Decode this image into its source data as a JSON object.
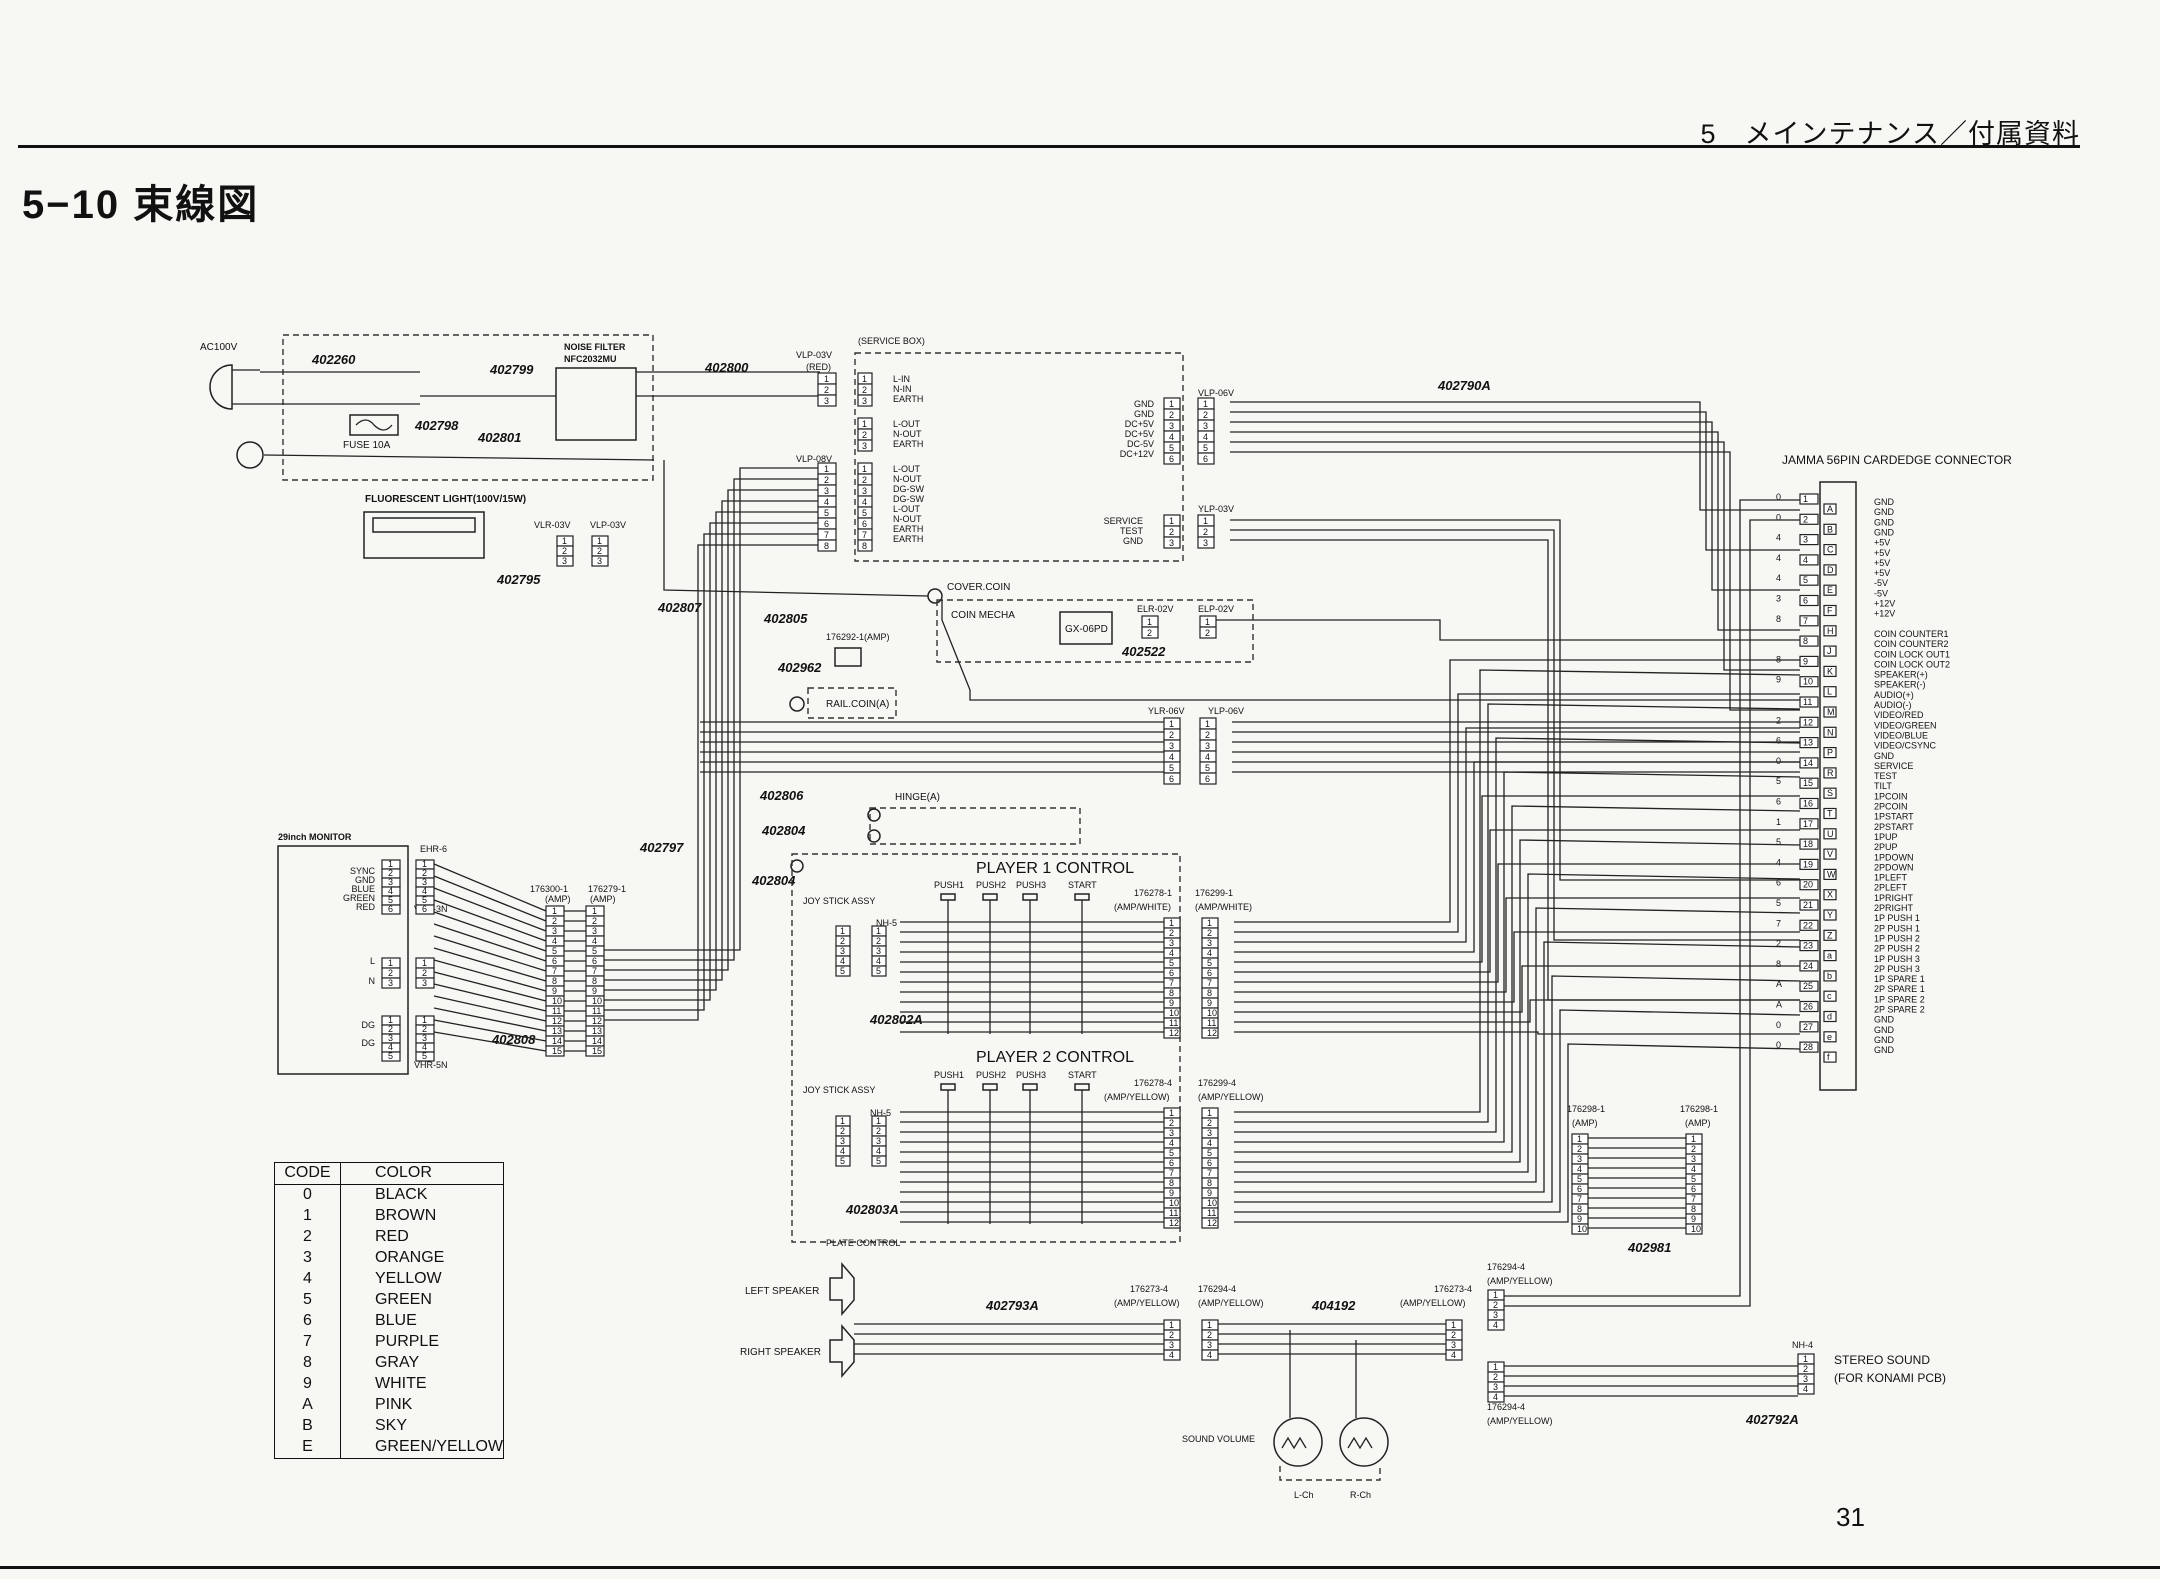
{
  "header": {
    "section": "5　メインテナンス／付属資料",
    "title": "5−10 束線図",
    "page_number": "31"
  },
  "power": {
    "ac": "AC100V",
    "fuse": "FUSE 10A",
    "filter_title": "NOISE FILTER",
    "filter_model": "NFC2032MU",
    "fluorescent": "FLUORESCENT LIGHT(100V/15W)"
  },
  "service_box": {
    "title": "(SERVICE BOX)",
    "group1": [
      "L-IN",
      "N-IN",
      "EARTH"
    ],
    "group2": [
      "L-OUT",
      "N-OUT",
      "EARTH"
    ],
    "group3": [
      "L-OUT",
      "N-OUT",
      "DG-SW",
      "DG-SW",
      "L-OUT",
      "N-OUT",
      "EARTH",
      "EARTH"
    ],
    "dc_labels": [
      "GND",
      "GND",
      "DC+5V",
      "DC+5V",
      "DC-5V",
      "DC+12V"
    ],
    "sw_labels": [
      "SERVICE",
      "TEST",
      "GND"
    ]
  },
  "coin": {
    "cover": "COVER.COIN",
    "mecha": "COIN MECHA",
    "gx": "GX-06PD",
    "rail": "RAIL.COIN(A)",
    "hinge": "HINGE(A)",
    "amp": "176292-1(AMP)"
  },
  "connectors": {
    "vlp03v": "VLP-03V",
    "red": "(RED)",
    "vlp08v": "VLP-08V",
    "vlp06v": "VLP-06V",
    "ylp03v": "YLP-03V",
    "vlr03v": "VLR-03V",
    "elr02v": "ELR-02V",
    "elp02v": "ELP-02V",
    "ylr06v": "YLR-06V",
    "ylp06v": "YLP-06V",
    "ehr6": "EHR-6",
    "vhr3n": "VHR-3N",
    "vhr5n": "VHR-5N",
    "nh5": "NH-5",
    "nh4": "NH-4",
    "c176300": "176300-1",
    "c176279": "176279-1",
    "amp": "(AMP)",
    "c176278": "176278-1",
    "c176299": "176299-1",
    "ampwhite": "(AMP/WHITE)",
    "c176278_4": "176278-4",
    "c176299_4": "176299-4",
    "ampyellow": "(AMP/YELLOW)",
    "c176298": "176298-1",
    "c176273": "176273-4",
    "c176294": "176294-4"
  },
  "part_numbers": [
    "402260",
    "402799",
    "402798",
    "402801",
    "402800",
    "402790A",
    "402795",
    "402807",
    "402805",
    "402962",
    "402522",
    "402806",
    "402804",
    "402804",
    "402797",
    "402808",
    "402802A",
    "402803A",
    "402981",
    "402793A",
    "404192",
    "402792A"
  ],
  "monitor": {
    "title": "29inch MONITOR",
    "pins1": [
      "SYNC",
      "GND",
      "BLUE",
      "GREEN",
      "RED"
    ],
    "pins2": [
      "L",
      "N"
    ],
    "pins3": [
      "DG",
      "DG"
    ]
  },
  "player": {
    "p1": "PLAYER 1 CONTROL",
    "p2": "PLAYER 2 CONTROL",
    "joy": "JOY STICK ASSY",
    "push1": "PUSH1",
    "push2": "PUSH2",
    "push3": "PUSH3",
    "start": "START",
    "plate": "PLATE CONTROL"
  },
  "jamma": {
    "title": "JAMMA 56PIN CARDEDGE CONNECTOR",
    "rows": [
      {
        "p": "1",
        "l": "A",
        "w": "0"
      },
      {
        "p": "2",
        "l": "B",
        "w": "0"
      },
      {
        "p": "3",
        "l": "C",
        "w": "4"
      },
      {
        "p": "4",
        "l": "D",
        "w": "4"
      },
      {
        "p": "5",
        "l": "E",
        "w": "4"
      },
      {
        "p": "6",
        "l": "F",
        "w": "3"
      },
      {
        "p": "7",
        "l": "H",
        "w": "8"
      },
      {
        "p": "8",
        "l": "J",
        "w": ""
      },
      {
        "p": "9",
        "l": "K",
        "w": "8"
      },
      {
        "p": "10",
        "l": "L",
        "w": "9"
      },
      {
        "p": "11",
        "l": "M",
        "w": ""
      },
      {
        "p": "12",
        "l": "N",
        "w": "2"
      },
      {
        "p": "13",
        "l": "P",
        "w": "6"
      },
      {
        "p": "14",
        "l": "R",
        "w": "0"
      },
      {
        "p": "15",
        "l": "S",
        "w": "5"
      },
      {
        "p": "16",
        "l": "T",
        "w": "6"
      },
      {
        "p": "17",
        "l": "U",
        "w": "1"
      },
      {
        "p": "18",
        "l": "V",
        "w": "5"
      },
      {
        "p": "19",
        "l": "W",
        "w": "4"
      },
      {
        "p": "20",
        "l": "X",
        "w": "6"
      },
      {
        "p": "21",
        "l": "Y",
        "w": "5"
      },
      {
        "p": "22",
        "l": "Z",
        "w": "7"
      },
      {
        "p": "23",
        "l": "a",
        "w": "2"
      },
      {
        "p": "24",
        "l": "b",
        "w": "8"
      },
      {
        "p": "25",
        "l": "c",
        "w": "A"
      },
      {
        "p": "26",
        "l": "d",
        "w": "A"
      },
      {
        "p": "27",
        "l": "e",
        "w": "0"
      },
      {
        "p": "28",
        "l": "f",
        "w": "0"
      }
    ],
    "signals": [
      "GND",
      "GND",
      "GND",
      "GND",
      "+5V",
      "+5V",
      "+5V",
      "+5V",
      "-5V",
      "-5V",
      "+12V",
      "+12V",
      "",
      "COIN COUNTER1",
      "COIN COUNTER2",
      "COIN LOCK OUT1",
      "COIN LOCK OUT2",
      "SPEAKER(+)",
      "SPEAKER(-)",
      "AUDIO(+)",
      "AUDIO(-)",
      "VIDEO/RED",
      "VIDEO/GREEN",
      "VIDEO/BLUE",
      "VIDEO/CSYNC",
      "GND",
      "SERVICE",
      "TEST",
      "TILT",
      "1PCOIN",
      "2PCOIN",
      "1PSTART",
      "2PSTART",
      "1PUP",
      "2PUP",
      "1PDOWN",
      "2PDOWN",
      "1PLEFT",
      "2PLEFT",
      "1PRIGHT",
      "2PRIGHT",
      "1P PUSH 1",
      "2P PUSH 1",
      "1P PUSH 2",
      "2P PUSH 2",
      "1P PUSH 3",
      "2P PUSH 3",
      "1P SPARE 1",
      "2P SPARE 1",
      "1P SPARE 2",
      "2P SPARE 2",
      "GND",
      "GND",
      "GND",
      "GND"
    ]
  },
  "sound": {
    "left": "LEFT SPEAKER",
    "right": "RIGHT SPEAKER",
    "volume": "SOUND VOLUME",
    "lch": "L-Ch",
    "rch": "R-Ch",
    "stereo1": "STEREO SOUND",
    "stereo2": "(FOR KONAMI PCB)"
  },
  "legend": {
    "code_header": "CODE",
    "color_header": "COLOR",
    "rows": [
      [
        "0",
        "BLACK"
      ],
      [
        "1",
        "BROWN"
      ],
      [
        "2",
        "RED"
      ],
      [
        "3",
        "ORANGE"
      ],
      [
        "4",
        "YELLOW"
      ],
      [
        "5",
        "GREEN"
      ],
      [
        "6",
        "BLUE"
      ],
      [
        "7",
        "PURPLE"
      ],
      [
        "8",
        "GRAY"
      ],
      [
        "9",
        "WHITE"
      ],
      [
        "A",
        "PINK"
      ],
      [
        "B",
        "SKY"
      ],
      [
        "E",
        "GREEN/YELLOW"
      ]
    ]
  }
}
